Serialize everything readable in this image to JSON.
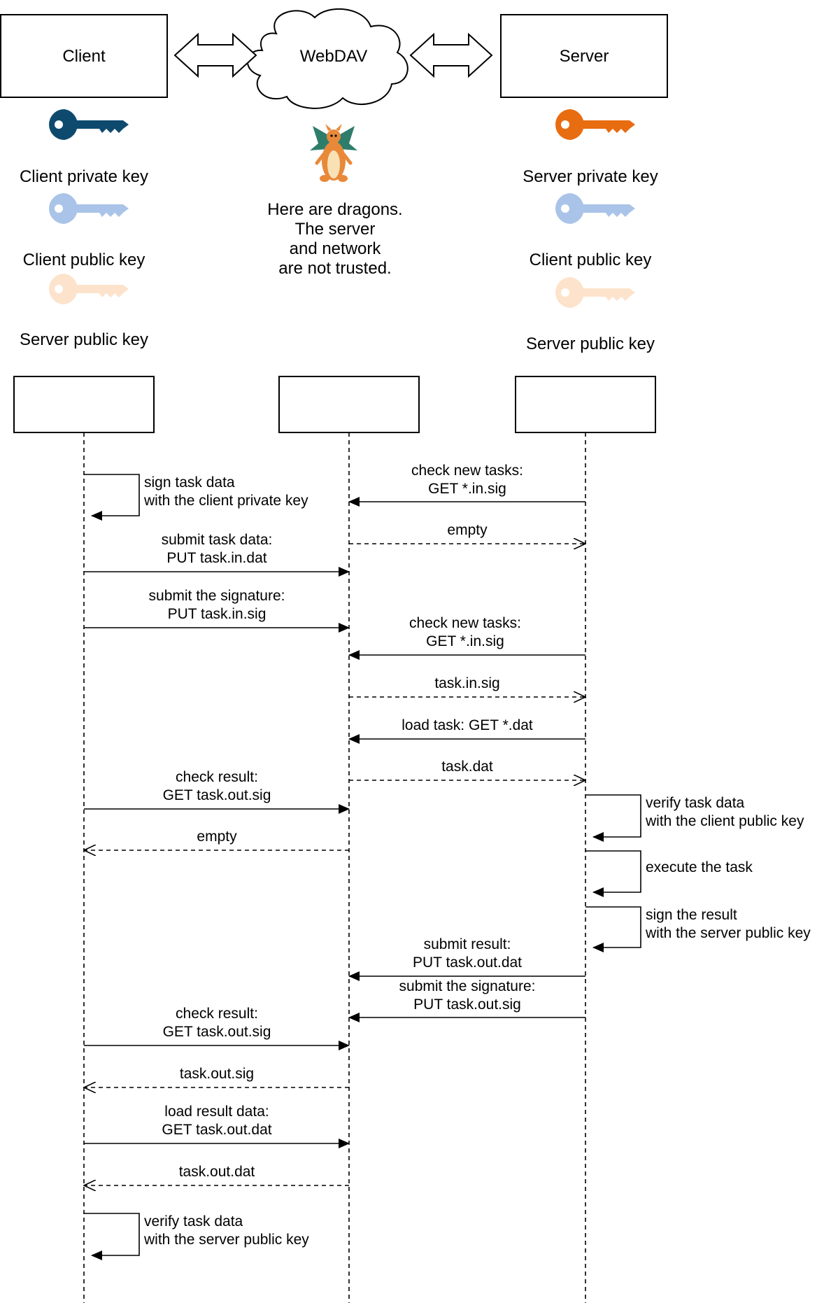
{
  "participants": {
    "client": "Client",
    "webdav": "WebDAV",
    "server": "Server"
  },
  "key_colors": {
    "client_private": "#0e4a6e",
    "client_public": "#a9c4e8",
    "server_private": "#e86c10",
    "server_public": "#fde3cc"
  },
  "legend": {
    "client": {
      "private_key": "Client private key",
      "client_public_key": "Client public key",
      "server_public_key": "Server public key"
    },
    "server": {
      "private_key": "Server private key",
      "client_public_key": "Client public key",
      "server_public_key": "Server public key"
    },
    "dragon_note": [
      "Here are dragons.",
      "The server",
      "and network",
      "are not trusted."
    ]
  },
  "messages": {
    "sign_task": [
      "sign task data",
      "with the client private key"
    ],
    "check_new_tasks_1": [
      "check new tasks:",
      "GET *.in.sig"
    ],
    "empty_1": "empty",
    "submit_task_data": [
      "submit task data:",
      "PUT task.in.dat"
    ],
    "submit_signature_1": [
      "submit the signature:",
      "PUT task.in.sig"
    ],
    "check_new_tasks_2": [
      "check new tasks:",
      "GET *.in.sig"
    ],
    "task_in_sig": "task.in.sig",
    "load_task": "load task: GET *.dat",
    "task_dat": "task.dat",
    "check_result_1": [
      "check result:",
      "GET task.out.sig"
    ],
    "verify_server": [
      "verify task data",
      "with the client public key"
    ],
    "empty_2": "empty",
    "execute": "execute the task",
    "sign_result": [
      "sign the result",
      "with the server public key"
    ],
    "submit_result": [
      "submit result:",
      "PUT task.out.dat"
    ],
    "submit_signature_2": [
      "submit the signature:",
      "PUT task.out.sig"
    ],
    "check_result_2": [
      "check result:",
      "GET task.out.sig"
    ],
    "task_out_sig": "task.out.sig",
    "load_result": [
      "load result data:",
      "GET task.out.dat"
    ],
    "task_out_dat": "task.out.dat",
    "verify_client": [
      "verify task data",
      "with the server public key"
    ]
  }
}
